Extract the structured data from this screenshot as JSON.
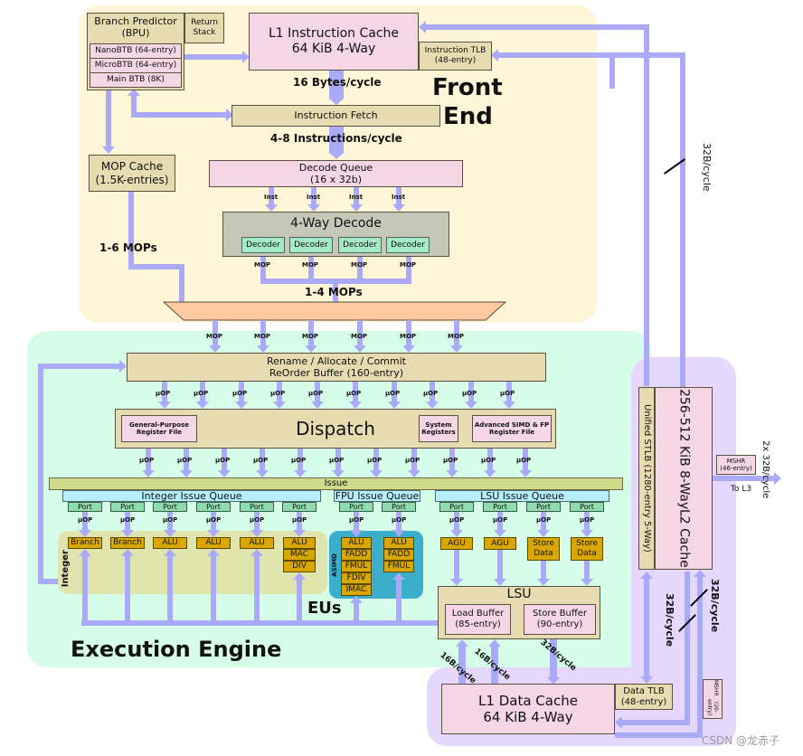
{
  "regions": {
    "front_end": "Front End",
    "front_end_line1": "Front",
    "front_end_line2": "End",
    "execution_engine": "Execution Engine",
    "eus": "EUs",
    "integer": "Integer",
    "asimd": "ASIMD"
  },
  "front_end": {
    "bpu": {
      "title": "Branch Predictor",
      "subtitle": "(BPU)",
      "return_stack": "Return Stack",
      "btbs": [
        "NanoBTB (64-entry)",
        "MicroBTB (64-entry)",
        "Main BTB (8K)"
      ]
    },
    "l1i": {
      "line1": "L1 Instruction Cache",
      "line2": "64 KiB 4-Way"
    },
    "itlb": {
      "line1": "Instruction TLB",
      "line2": "(48-entry)"
    },
    "fetch_bw": "16 Bytes/cycle",
    "fetch": "Instruction Fetch",
    "decode_bw": "4-8 Instructions/cycle",
    "mop_cache": {
      "line1": "MOP Cache",
      "line2": "(1.5K-entries)"
    },
    "mop_cache_bw": "1-6 MOPs",
    "decode_queue": {
      "line1": "Decode Queue",
      "line2": "(16 x 32b)"
    },
    "inst_label": "Inst",
    "decode": {
      "title": "4-Way Decode",
      "decoders": [
        "Decoder",
        "Decoder",
        "Decoder",
        "Decoder"
      ]
    },
    "mop_label": "MOP",
    "decode_out": "1-4 MOPs"
  },
  "execution": {
    "rob": {
      "line1": "Rename / Allocate / Commit",
      "line2": "ReOrder Buffer (160-entry)"
    },
    "uop_label": "µOP",
    "dispatch": {
      "title": "Dispatch",
      "gprf": "General-Purpose Register File",
      "sysreg": "System Registers",
      "simdrf": "Advanced SIMD & FP Register File"
    },
    "issue": "Issue",
    "int_queue": "Integer Issue Queue",
    "fpu_queue": "FPU Issue Queue",
    "lsu_queue": "LSU Issue Queue",
    "port_label": "Port",
    "int_units": [
      [
        "Branch"
      ],
      [
        "Branch"
      ],
      [
        "ALU"
      ],
      [
        "ALU"
      ],
      [
        "ALU"
      ],
      [
        "ALU",
        "MAC",
        "DIV"
      ]
    ],
    "fp_units": [
      [
        "ALU",
        "FADD",
        "FMUL",
        "FDIV",
        "IMAC"
      ],
      [
        "ALU",
        "FADD",
        "FMUL"
      ]
    ],
    "lsu_units": [
      [
        "AGU"
      ],
      [
        "AGU"
      ],
      [
        "Store",
        "Data"
      ],
      [
        "Store",
        "Data"
      ]
    ],
    "lsu": {
      "title": "LSU",
      "load_buffer": [
        "Load Buffer",
        "(85-entry)"
      ],
      "store_buffer": [
        "Store Buffer",
        "(90-entry)"
      ]
    },
    "load_bw": "16B/cycle",
    "store_bw": "32B/cycle"
  },
  "memory": {
    "l1d": {
      "line1": "L1 Data Cache",
      "line2": "64 KiB 4-Way"
    },
    "dtlb": {
      "line1": "Data TLB",
      "line2": "(48-entry)"
    },
    "l1d_mshr": {
      "line1": "MSHR",
      "line2": "(20-entry)"
    },
    "l2": {
      "line1": "L2 Cache",
      "line2": "256-512 KiB 8-Way"
    },
    "stlb": "Unified STLB (1280-entry 5-Way)",
    "l2_mshr": {
      "line1": "MSHR",
      "line2": "(46-entry)"
    },
    "to_l3": "To L3",
    "l3_bw": "2x 32B/cycle",
    "l2_l1i_bw": "32B/cycle",
    "l2_l1d_bw_a": "32B/cycle",
    "l2_l1d_bw_b": "32B/cycle"
  },
  "watermark": "CSDN @龙赤子"
}
